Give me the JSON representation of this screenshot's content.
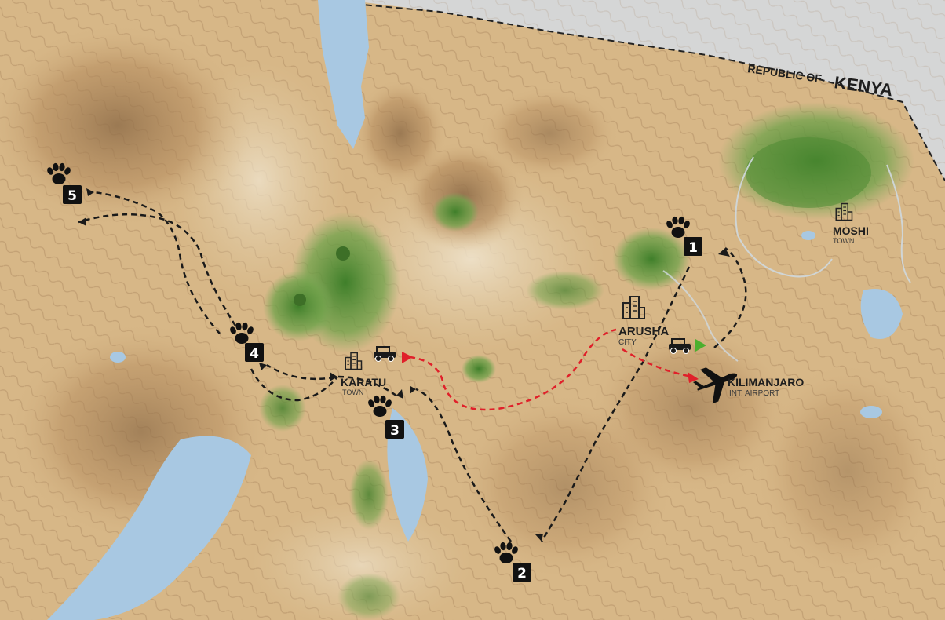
{
  "country": {
    "prefix": "REPUBLIC OF",
    "name": "KENYA"
  },
  "places": {
    "moshi": {
      "name": "MOSHI",
      "type": "TOWN"
    },
    "arusha": {
      "name": "ARUSHA",
      "type": "CITY"
    },
    "karatu": {
      "name": "KARATU",
      "type": "TOWN"
    },
    "airport": {
      "name": "KILIMANJARO",
      "type": "INT. AIRPORT"
    }
  },
  "stops": [
    {
      "label": "1"
    },
    {
      "label": "2"
    },
    {
      "label": "3"
    },
    {
      "label": "4"
    },
    {
      "label": "5"
    }
  ],
  "colors": {
    "land": "#d7b787",
    "land_dark": "#b58c5e",
    "water": "#a8c8e2",
    "forest": "#5f9a3d",
    "kenya": "#d5d6d6",
    "route_black": "#1a1a1a",
    "route_red": "#e0202a",
    "start_flag": "#4caf2e",
    "end_flag": "#e0202a"
  },
  "icons": {
    "stop": "paw-print-icon",
    "town": "city-buildings-icon",
    "vehicle": "safari-jeep-icon",
    "airport": "airplane-icon"
  }
}
